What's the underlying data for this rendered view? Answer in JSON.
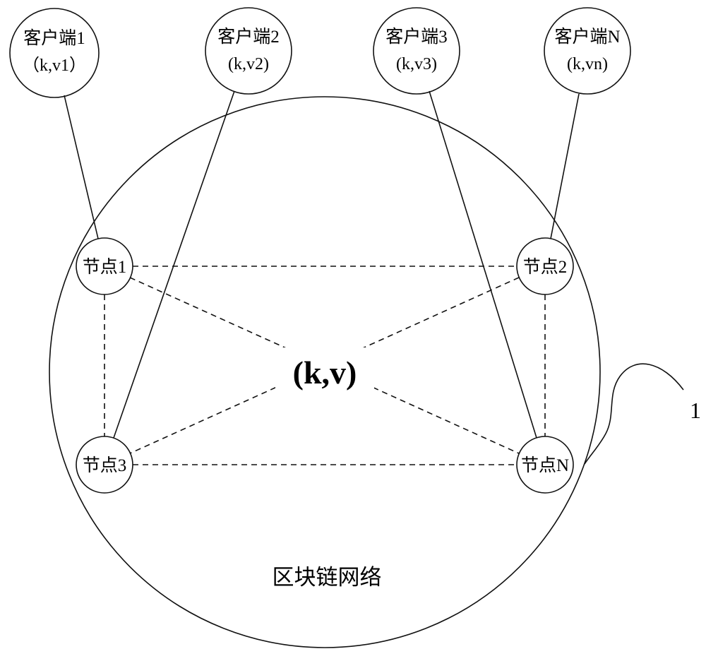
{
  "diagram": {
    "title": "blockchain-network-figure",
    "clients": [
      {
        "label": "客户端1",
        "sub": "（k,v1）"
      },
      {
        "label": "客户端2",
        "sub": "(k,v2)"
      },
      {
        "label": "客户端3",
        "sub": "(k,v3)"
      },
      {
        "label": "客户端N",
        "sub": "(k,vn)"
      }
    ],
    "nodes": [
      {
        "label": "节点1"
      },
      {
        "label": "节点2"
      },
      {
        "label": "节点3"
      },
      {
        "label": "节点N"
      }
    ],
    "center_label": "(k,v)",
    "network_label": "区块链网络",
    "reference_number": "1",
    "colors": {
      "line": "#111111",
      "background": "#ffffff",
      "text": "#000000"
    }
  }
}
